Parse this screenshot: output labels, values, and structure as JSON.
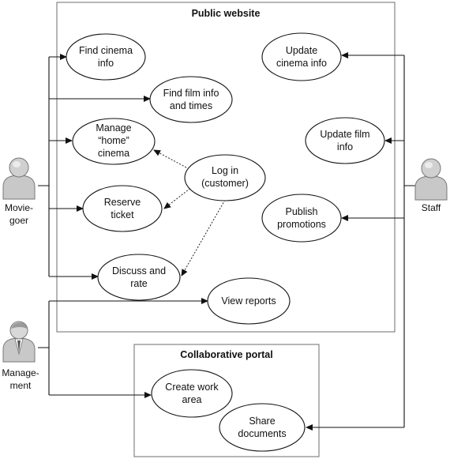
{
  "public_website": {
    "title": "Public website",
    "use_cases": {
      "find_cinema_info": [
        "Find cinema",
        "info"
      ],
      "find_film_info": [
        "Find film info",
        "and times"
      ],
      "manage_home_cinema": [
        "Manage",
        "“home”",
        "cinema"
      ],
      "reserve_ticket": [
        "Reserve",
        "ticket"
      ],
      "discuss_and_rate": [
        "Discuss and",
        "rate"
      ],
      "log_in": [
        "Log in",
        "(customer)"
      ],
      "update_cinema_info": [
        "Update",
        "cinema info"
      ],
      "update_film_info": [
        "Update film",
        "info"
      ],
      "publish_promotions": [
        "Publish",
        "promotions"
      ],
      "view_reports": [
        "View reports"
      ]
    }
  },
  "collaborative_portal": {
    "title": "Collaborative portal",
    "use_cases": {
      "create_work_area": [
        "Create work",
        "area"
      ],
      "share_documents": [
        "Share",
        "documents"
      ]
    }
  },
  "actors": {
    "moviegoer": [
      "Movie-",
      "goer"
    ],
    "staff": [
      "Staff"
    ],
    "management": [
      "Manage-",
      "ment"
    ]
  }
}
